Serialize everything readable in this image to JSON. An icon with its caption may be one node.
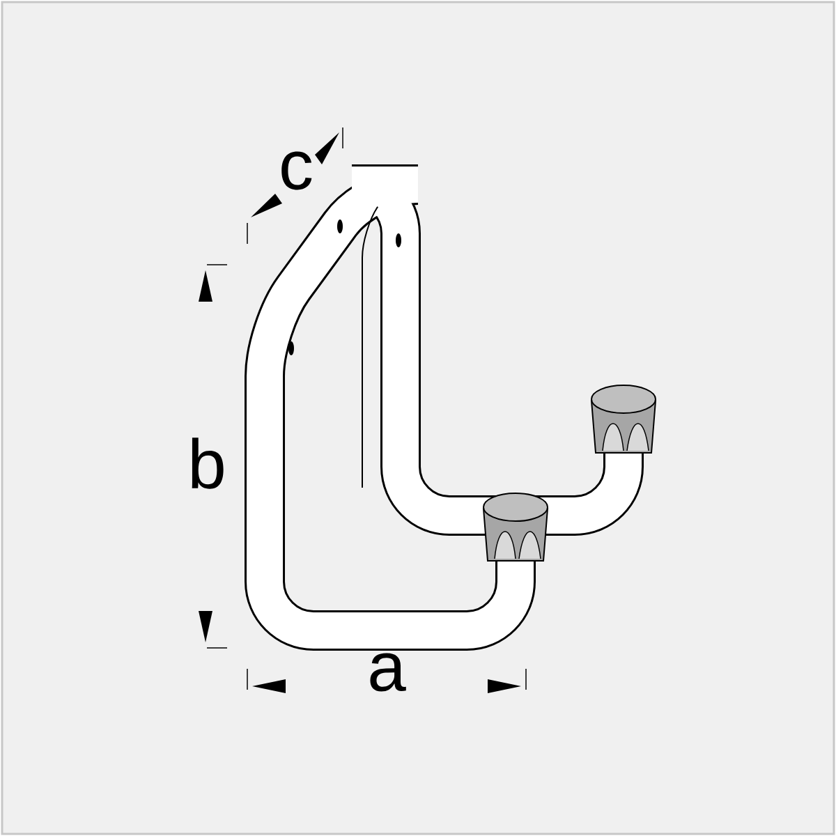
{
  "diagram": {
    "labels": [
      "c",
      "b",
      "a"
    ]
  }
}
